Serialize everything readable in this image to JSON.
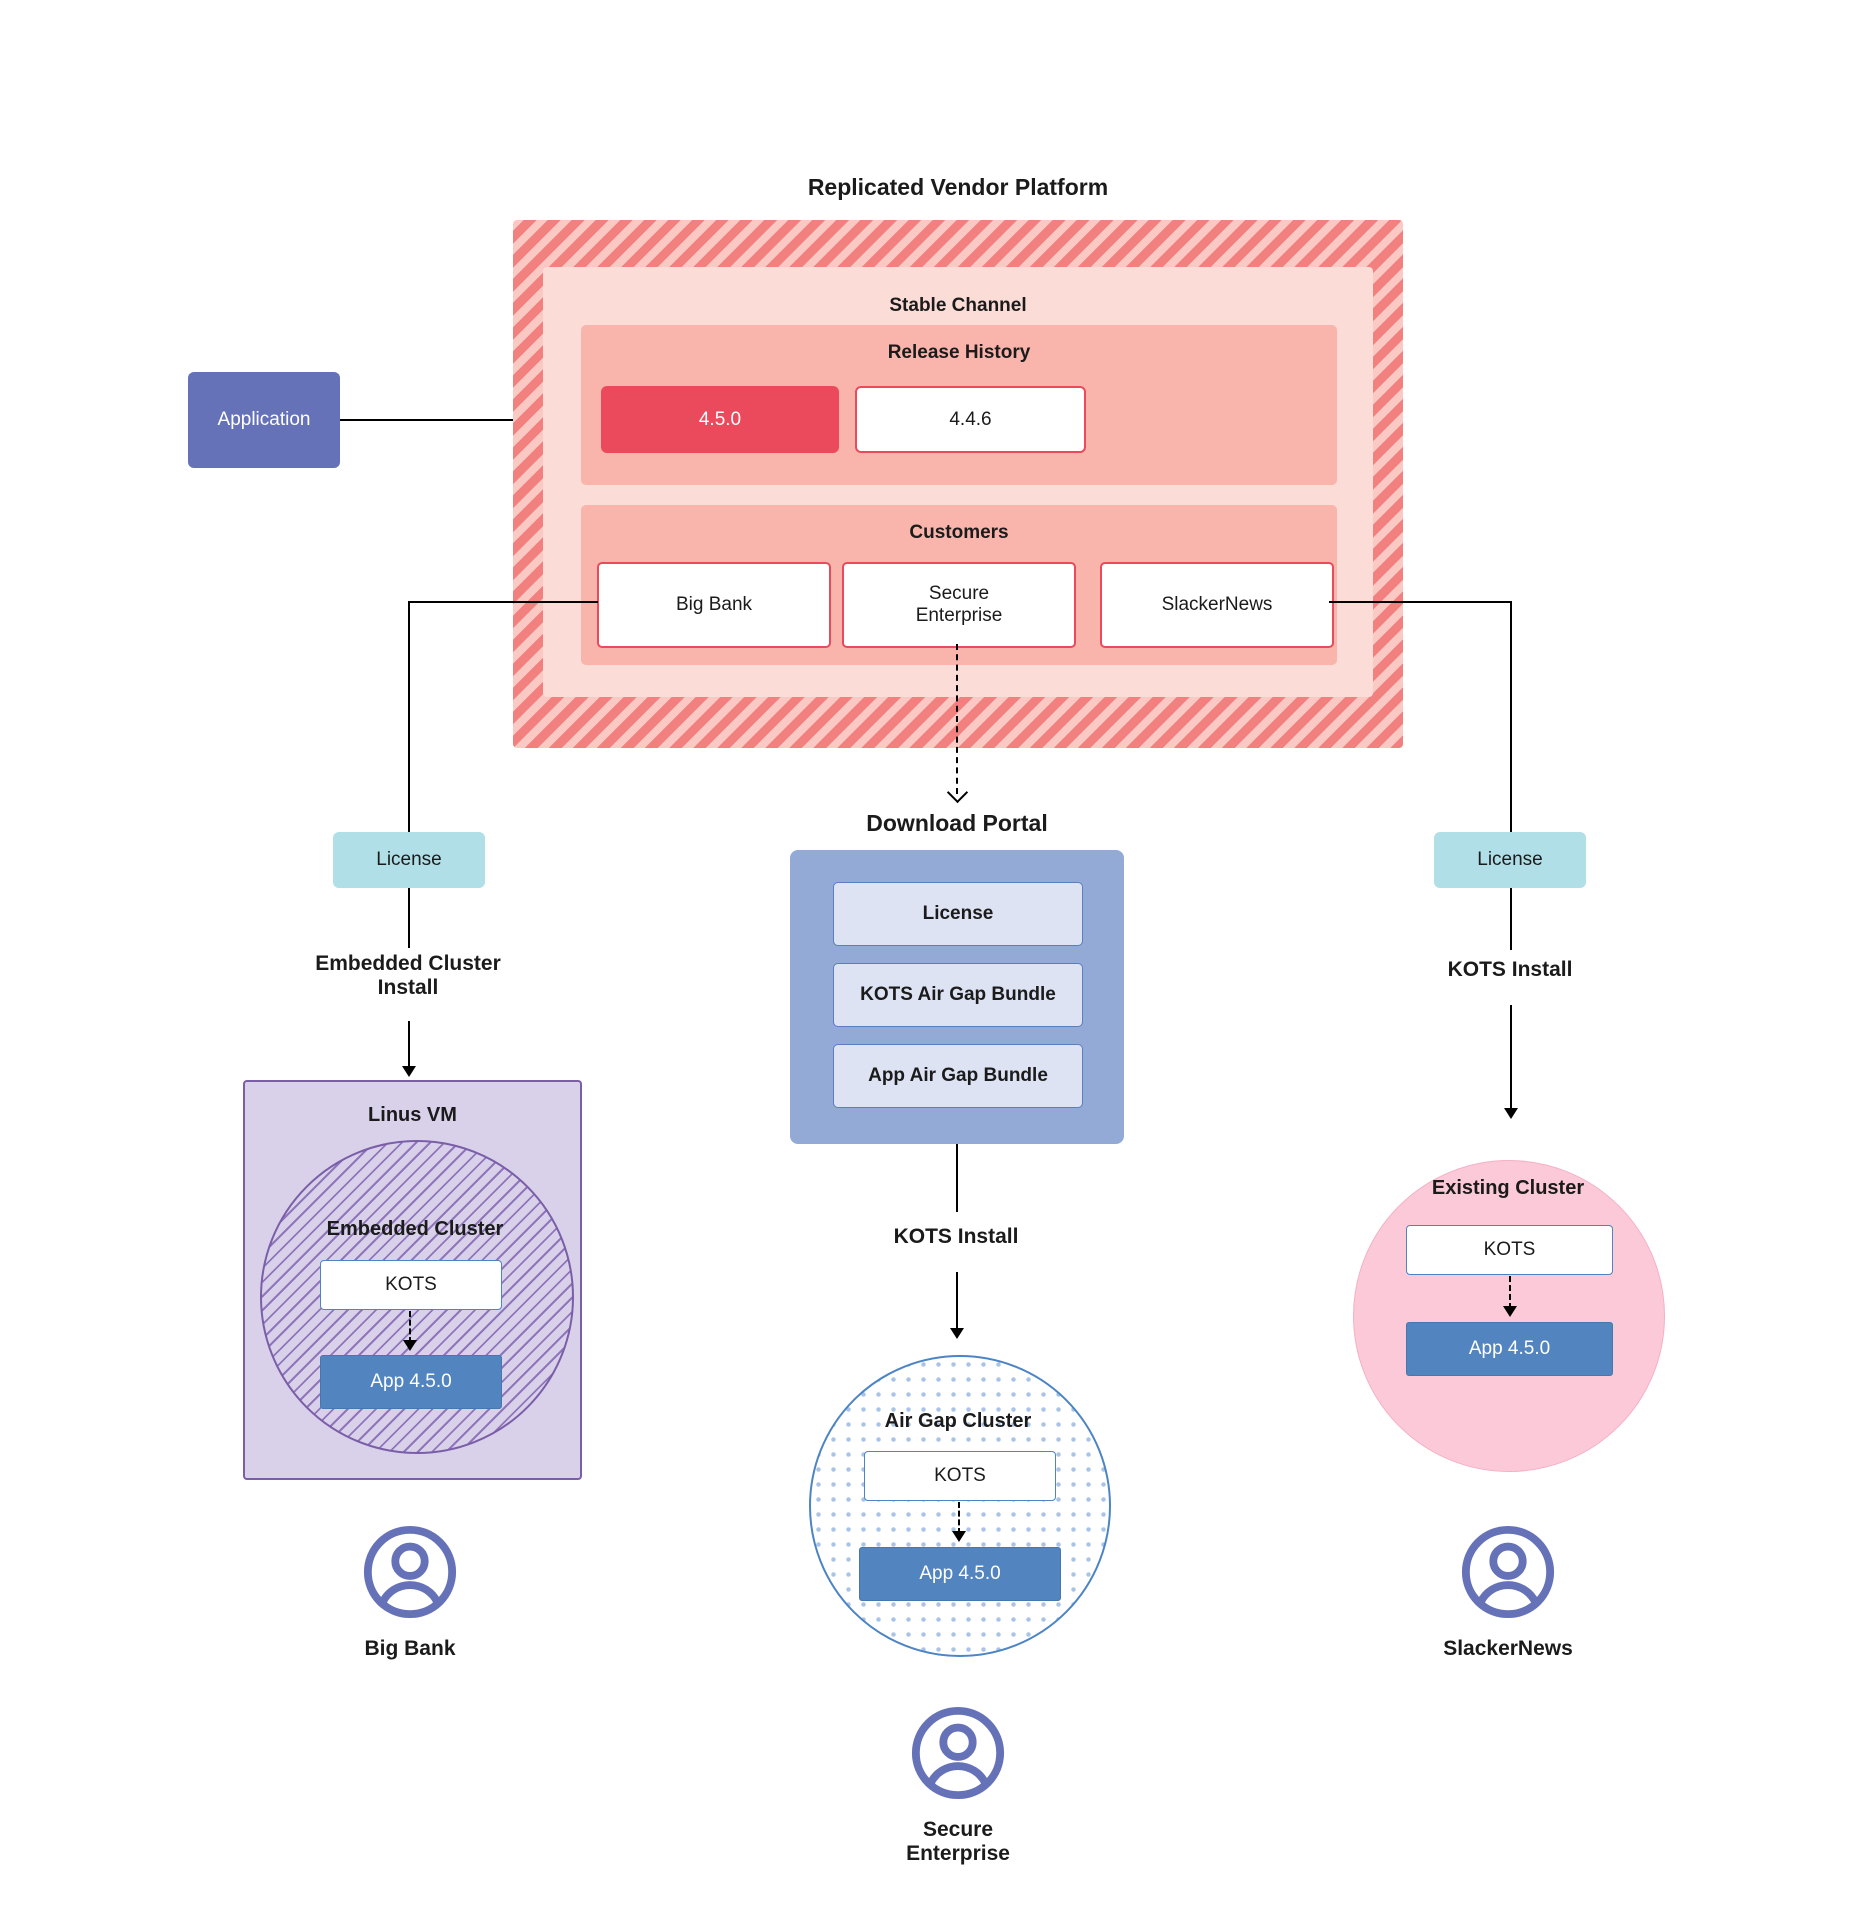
{
  "diagram": {
    "title": "Replicated Vendor Platform",
    "application": {
      "label": "Application"
    },
    "platform": {
      "channel_title": "Stable Channel",
      "release_history": {
        "title": "Release History",
        "releases": [
          {
            "version": "4.5.0",
            "state": "current"
          },
          {
            "version": "4.4.6",
            "state": "previous"
          }
        ]
      },
      "customers": {
        "title": "Customers",
        "items": [
          {
            "name": "Big Bank"
          },
          {
            "name": "Secure\nEnterprise",
            "line1": "Secure",
            "line2": "Enterprise"
          },
          {
            "name": "SlackerNews"
          }
        ]
      }
    },
    "download_portal": {
      "title": "Download  Portal",
      "items": [
        {
          "label": "License"
        },
        {
          "label": "KOTS Air Gap Bundle"
        },
        {
          "label": "App Air Gap Bundle"
        }
      ]
    },
    "branches": {
      "left": {
        "license_label": "License",
        "install_label_line1": "Embedded Cluster",
        "install_label_line2": "Install",
        "host_label": "Linus VM",
        "cluster_label": "Embedded Cluster",
        "kots_label": "KOTS",
        "app_label": "App 4.5.0",
        "customer_label": "Big Bank",
        "avatar": "user-avatar-icon"
      },
      "center": {
        "install_label": "KOTS Install",
        "cluster_label": "Air Gap Cluster",
        "kots_label": "KOTS",
        "app_label": "App 4.5.0",
        "customer_label_line1": "Secure",
        "customer_label_line2": "Enterprise",
        "avatar": "user-avatar-icon"
      },
      "right": {
        "license_label": "License",
        "install_label": "KOTS Install",
        "cluster_label": "Existing Cluster",
        "kots_label": "KOTS",
        "app_label": "App 4.5.0",
        "customer_label": "SlackerNews",
        "avatar": "user-avatar-icon"
      }
    },
    "colors": {
      "platform_hatch": "#f2807e",
      "platform_hatch_alt": "#fbc9c4",
      "stable_channel": "#fcdcd6",
      "inner_panel": "#f9b5ab",
      "release_current": "#ea4a5b",
      "release_border": "#ea4a5b",
      "application": "#6572b8",
      "license_chip": "#b0dfe8",
      "portal": "#94aad6",
      "portal_item": "#dde3f3",
      "linux_vm": "#d9d1ea",
      "embedded_border": "#7a5ea8",
      "airgap_border": "#4c84c4",
      "existing_cluster": "#fbc9d8",
      "app_box": "#5285c0",
      "avatar": "#6572b8"
    }
  }
}
